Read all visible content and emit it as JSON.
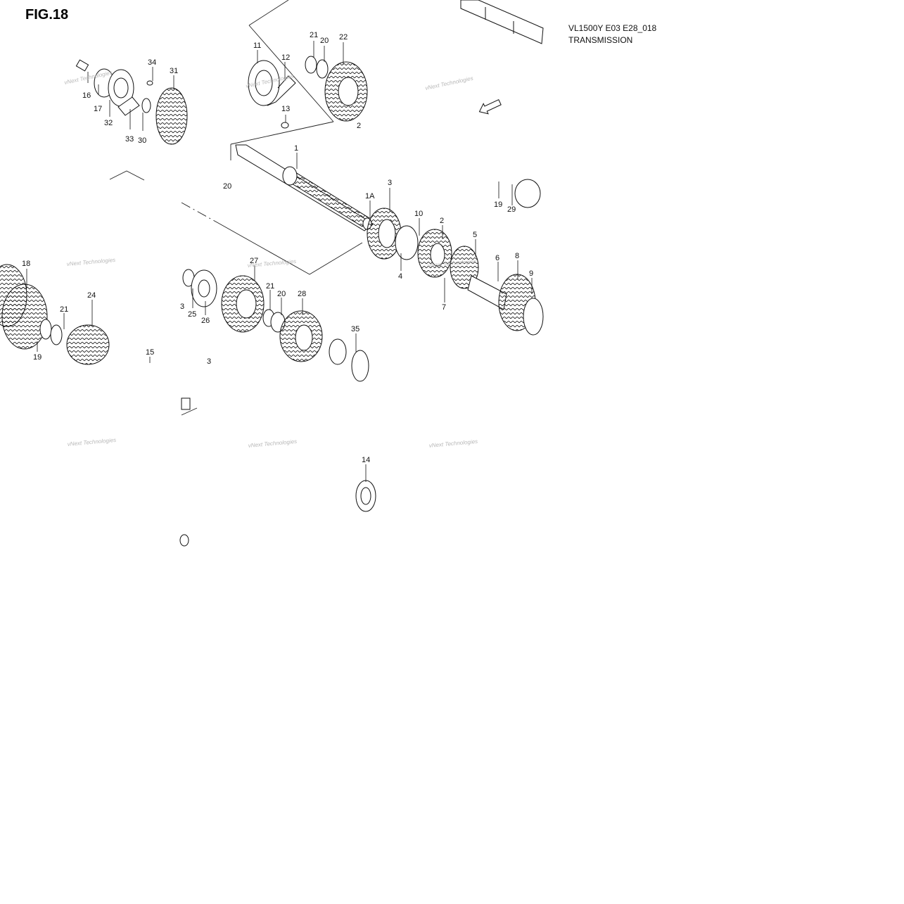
{
  "figure": {
    "title": "FIG.18",
    "model_code": "VL1500Y E03 E28_018",
    "section_title": "TRANSMISSION"
  },
  "callouts": [
    "34",
    "31",
    "16",
    "17",
    "32",
    "33",
    "30",
    "11",
    "12",
    "13",
    "21",
    "20",
    "22",
    "2",
    "1",
    "20",
    "1A",
    "3",
    "10",
    "2",
    "5",
    "6",
    "8",
    "9",
    "4",
    "7",
    "19",
    "29",
    "18",
    "21",
    "24",
    "19",
    "15",
    "27",
    "21",
    "20",
    "28",
    "25",
    "26",
    "3",
    "35",
    "14",
    "3"
  ],
  "watermark": {
    "line1": "vNext Technologies",
    "line2": "Technologies"
  },
  "colors": {
    "ink": "#111111",
    "watermark": "#b8b8b8",
    "background": "#ffffff"
  },
  "icons": [
    "front-direction-arrow-icon"
  ]
}
